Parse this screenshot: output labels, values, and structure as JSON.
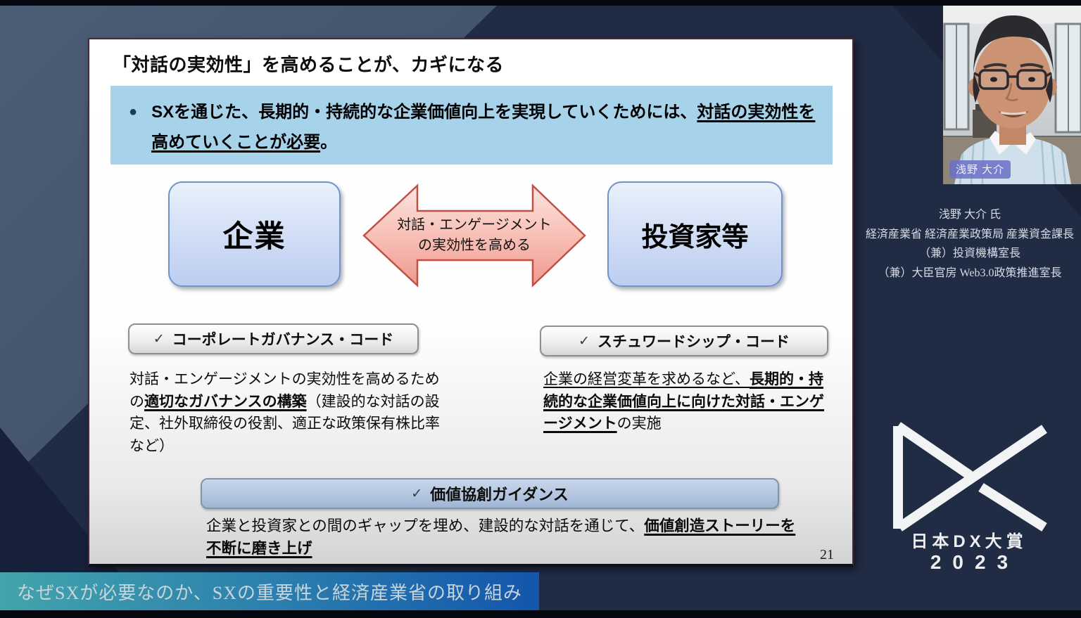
{
  "slide": {
    "title": "「対話の実効性」を高めることが、カギになる",
    "highlight": {
      "bullet": "●",
      "text_normal": "SXを通じた、長期的・持続的な企業価値向上を実現していくためには、",
      "text_emphasis": "対話の実効性を高めていくことが必要",
      "text_suffix": "。"
    },
    "diagram": {
      "left_box": "企業",
      "right_box": "投資家等",
      "arrow_line1": "対話・エンゲージメント",
      "arrow_line2": "の実効性を高める"
    },
    "cards": {
      "governance": {
        "check": "✓",
        "label": "コーポレートガバナンス・コード",
        "body_pre": "対話・エンゲージメントの実効性を高めるための",
        "body_emphasis": "適切なガバナンスの構築",
        "body_post": "（建設的な対話の設定、社外取締役の役割、適正な政策保有株比率など）"
      },
      "stewardship": {
        "check": "✓",
        "label": "スチュワードシップ・コード",
        "body_pre": "企業の経営変革を求めるなど、",
        "body_emphasis": "長期的・持続的な企業価値向上に向けた対話・エンゲージメント",
        "body_post": "の実施"
      },
      "guidance": {
        "check": "✓",
        "label": "価値協創ガイダンス",
        "body_pre": "企業と投資家との間のギャップを埋め、建設的な対話を通じて、",
        "body_emphasis": "価値創造ストーリーを不断に磨き上げ",
        "body_post": ""
      }
    },
    "page_number": "21"
  },
  "speaker": {
    "video_name_tag": "浅野 大介",
    "info_lines": [
      "浅野 大介 氏",
      "経済産業省 経済産業政策局 産業資金課長",
      "（兼）投資機構室長",
      "（兼）大臣官房 Web3.0政策推進室長"
    ]
  },
  "branding": {
    "logo_title": "日本DX大賞",
    "logo_year": "2023"
  },
  "footer": {
    "caption": "なぜSXが必要なのか、SXの重要性と経済産業省の取り組み"
  },
  "colors": {
    "highlight_bg": "#a6d2ea",
    "box_blue_border": "#7094c8",
    "arrow_fill": "#f5b3aa",
    "arrow_border": "#c05045",
    "guidance_pill_bg": "#adc1dd",
    "caption_gradient_left": "#42a4ab",
    "caption_gradient_right": "#1356ac",
    "nametag_bg": "#6c71c6",
    "background_slate": "#3c4c64",
    "background_navy": "#202b44"
  }
}
